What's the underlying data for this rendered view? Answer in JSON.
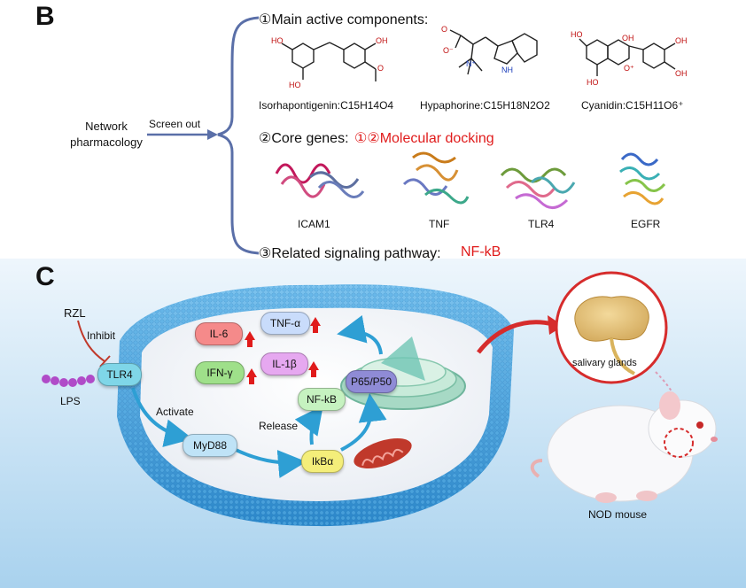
{
  "panelB": {
    "letter": "B",
    "network_pharmacology": [
      "Network",
      "pharmacology"
    ],
    "screen_out": "Screen out",
    "main_components_title": "①Main active components:",
    "components": [
      "Isorhapontigenin:C15H14O4",
      "Hypaphorine:C15H18N2O2",
      "Cyanidin:C15H11O6⁺"
    ],
    "core_genes_title": "②Core genes:",
    "molecular_docking": "①②Molecular docking",
    "genes": [
      "ICAM1",
      "TNF",
      "TLR4",
      "EGFR"
    ],
    "pathway_title": "③Related signaling pathway:",
    "pathway": "NF-kB"
  },
  "panelC": {
    "letter": "C",
    "rzl": "RZL",
    "inhibit": "Inhibit",
    "lps": "LPS",
    "tlr4": "TLR4",
    "activate": "Activate",
    "myd88": "MyD88",
    "release": "Release",
    "ikba": "IkBα",
    "nfkb": "NF-kB",
    "p65p50": "P65/P50",
    "cytokines": [
      "IL-6",
      "TNF-α",
      "IFN-γ",
      "IL-1β"
    ],
    "salivary_glands": "salivary glands",
    "nod_mouse": "NOD mouse"
  },
  "colors": {
    "accent_red": "#e01b1b",
    "membrane_blue": "#3d9ad6",
    "arrow_blue": "#2e9fd4",
    "brace_blue": "#5a6fa8"
  }
}
